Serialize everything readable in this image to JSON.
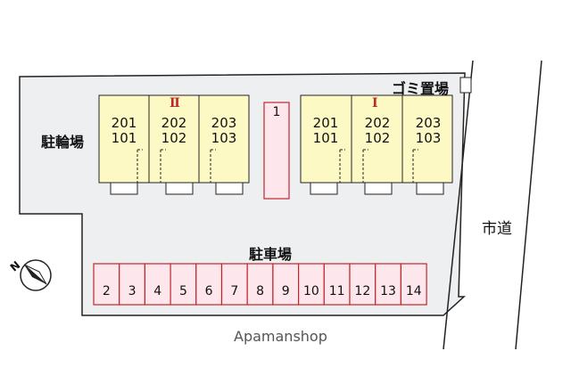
{
  "watermark": "Apamanshop",
  "labels": {
    "bicycle_parking": "駐輪場",
    "parking": "駐車場",
    "garbage": "ゴミ置場",
    "road": "市道",
    "north": "N"
  },
  "buildings": [
    {
      "mark": "Ⅱ",
      "units": [
        {
          "upper": "201",
          "lower": "101"
        },
        {
          "upper": "202",
          "lower": "102"
        },
        {
          "upper": "203",
          "lower": "103"
        }
      ]
    },
    {
      "mark": "Ⅰ",
      "units": [
        {
          "upper": "201",
          "lower": "101"
        },
        {
          "upper": "202",
          "lower": "102"
        },
        {
          "upper": "203",
          "lower": "103"
        }
      ]
    }
  ],
  "parking_vertical": "1",
  "parking_slots": [
    "2",
    "3",
    "4",
    "5",
    "6",
    "7",
    "8",
    "9",
    "10",
    "11",
    "12",
    "13",
    "14"
  ],
  "colors": {
    "building_fill": "#fdf9c4",
    "parking_fill": "#fde6ec",
    "parking_stroke": "#c0272d",
    "lot_fill": "#eeeff1",
    "mark": "#c0272d"
  }
}
